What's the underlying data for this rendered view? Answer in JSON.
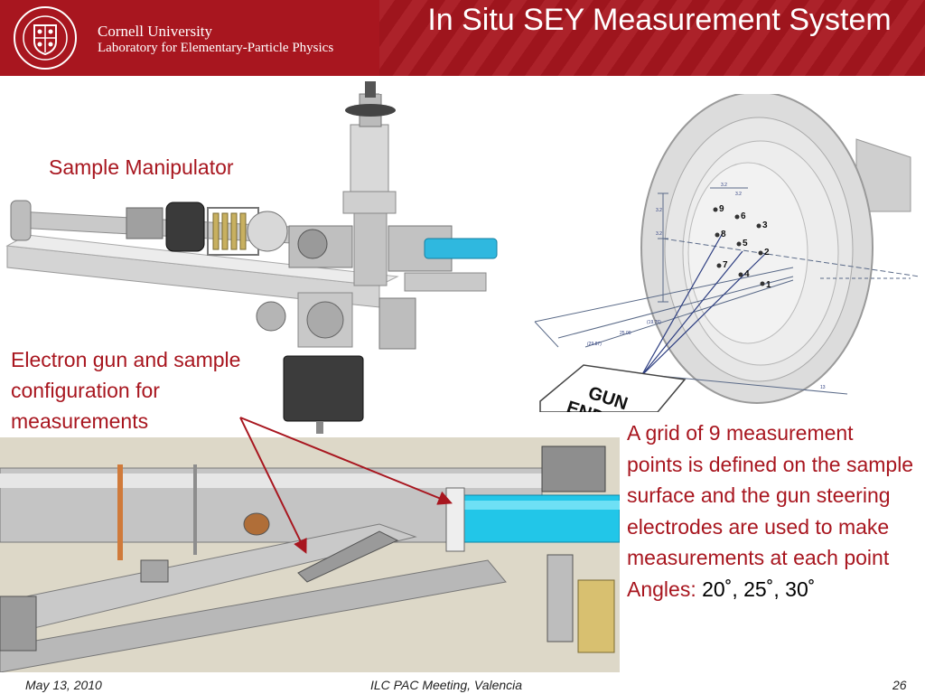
{
  "header": {
    "university": "Cornell University",
    "laboratory": "Laboratory for Elementary-Particle Physics",
    "title": "In Situ SEY Measurement System"
  },
  "labels": {
    "sample_manipulator": "Sample Manipulator",
    "electron_gun_config": "Electron gun and sample configuration for measurements"
  },
  "description": {
    "text": "A grid of 9 measurement points is defined on the sample surface and the gun steering electrodes are used to make measurements at each point",
    "angles_label": "Angles:",
    "angles_value": "20˚, 25˚, 30˚"
  },
  "drawing": {
    "gun_end_line1": "GUN",
    "gun_end_line2": "END",
    "grid_points": [
      "1",
      "2",
      "3",
      "4",
      "5",
      "6",
      "7",
      "8",
      "9"
    ],
    "dims": [
      "(19.76)",
      "25.00",
      "(29.87)",
      "3.2",
      "3.2",
      "3.2",
      "3.2",
      "13"
    ]
  },
  "footer": {
    "date": "May 13, 2010",
    "event": "ILC PAC Meeting, Valencia",
    "page": "26"
  },
  "colors": {
    "accent": "#a8161f",
    "cyan": "#22c6e8"
  }
}
